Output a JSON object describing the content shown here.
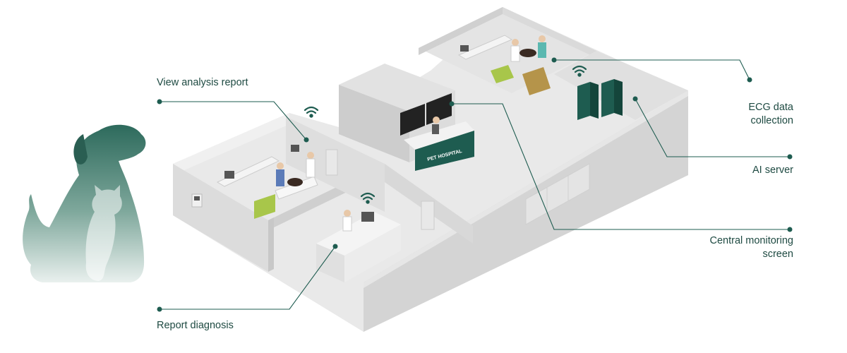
{
  "colors": {
    "accent": "#1e5c50",
    "wall": "#d6d6d6",
    "floor": "#eaeaea"
  },
  "desk_sign": "PET HOSPITAL",
  "labels": {
    "view_analysis": "View analysis report",
    "report_diagnosis": "Report diagnosis",
    "ecg_line1": "ECG data",
    "ecg_line2": "collection",
    "ai_server": "AI server",
    "central_line1": "Central monitoring",
    "central_line2": "screen"
  },
  "icons": [
    "dog-cat-silhouette-icon",
    "wifi-icon"
  ]
}
